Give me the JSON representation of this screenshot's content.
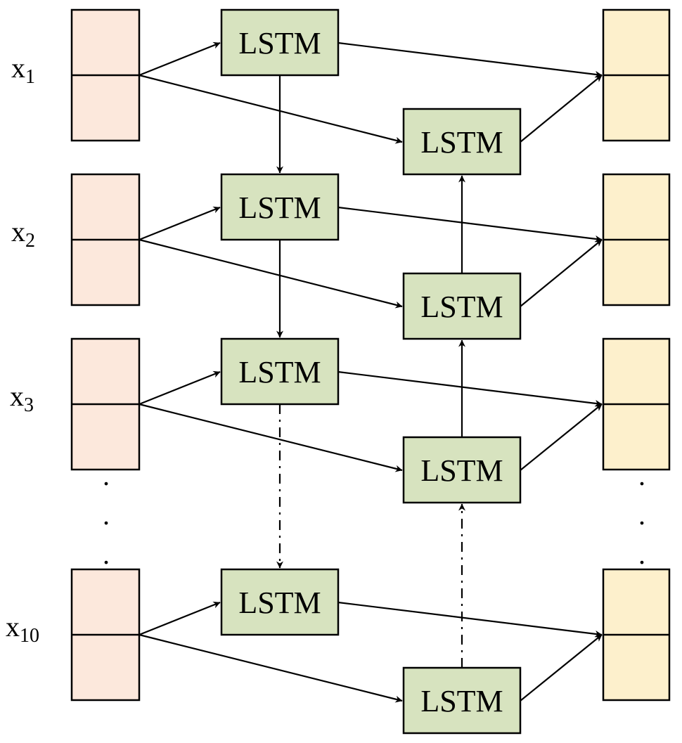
{
  "diagram": {
    "lstm_label": "LSTM",
    "ellipsis_dot": ".",
    "inputs": [
      {
        "base": "x",
        "sub": "1"
      },
      {
        "base": "x",
        "sub": "2"
      },
      {
        "base": "x",
        "sub": "3"
      },
      {
        "base": "x",
        "sub": "10"
      }
    ],
    "colors": {
      "input_cell": "#fce8dc",
      "output_cell": "#fdf0cc",
      "lstm_box": "#d7e3bf",
      "stroke": "#000000"
    }
  }
}
